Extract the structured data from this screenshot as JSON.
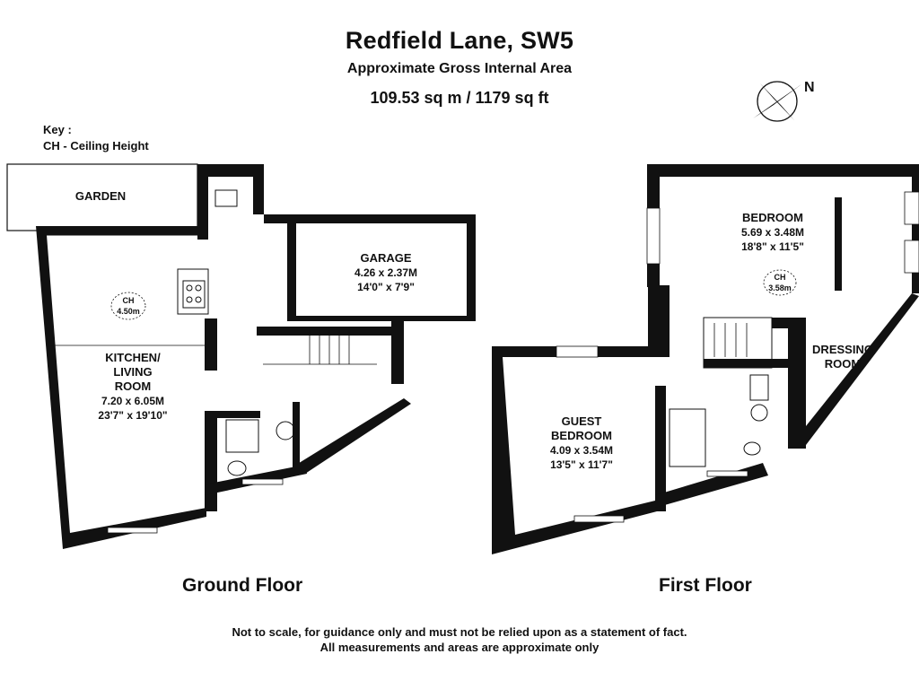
{
  "header": {
    "title": "Redfield Lane, SW5",
    "subtitle": "Approximate Gross Internal Area",
    "area": "109.53 sq m /  1179 sq ft"
  },
  "compass": {
    "label": "N"
  },
  "key": {
    "title": "Key :",
    "ch": "CH - Ceiling Height"
  },
  "ground_floor": {
    "label": "Ground Floor",
    "garden": "GARDEN",
    "garage": {
      "name": "GARAGE",
      "metric": "4.26 x 2.37M",
      "imperial": "14'0\" x 7'9\""
    },
    "kitchen": {
      "line1": "KITCHEN/",
      "line2": "LIVING",
      "line3": "ROOM",
      "metric": "7.20 x 6.05M",
      "imperial": "23'7\" x 19'10\""
    },
    "ceiling": {
      "label": "CH",
      "value": "4.50m"
    }
  },
  "first_floor": {
    "label": "First Floor",
    "bedroom": {
      "name": "BEDROOM",
      "metric": "5.69 x 3.48M",
      "imperial": "18'8\" x 11'5\""
    },
    "ceiling": {
      "label": "CH",
      "value": "3.58m"
    },
    "dressing": {
      "line1": "DRESSING",
      "line2": "ROOM"
    },
    "guest": {
      "line1": "GUEST",
      "line2": "BEDROOM",
      "metric": "4.09 x 3.54M",
      "imperial": "13'5\" x 11'7\""
    }
  },
  "disclaimer": {
    "line1": "Not to scale, for guidance only and must not be relied upon as a statement of fact.",
    "line2": "All measurements and areas are approximate only"
  }
}
